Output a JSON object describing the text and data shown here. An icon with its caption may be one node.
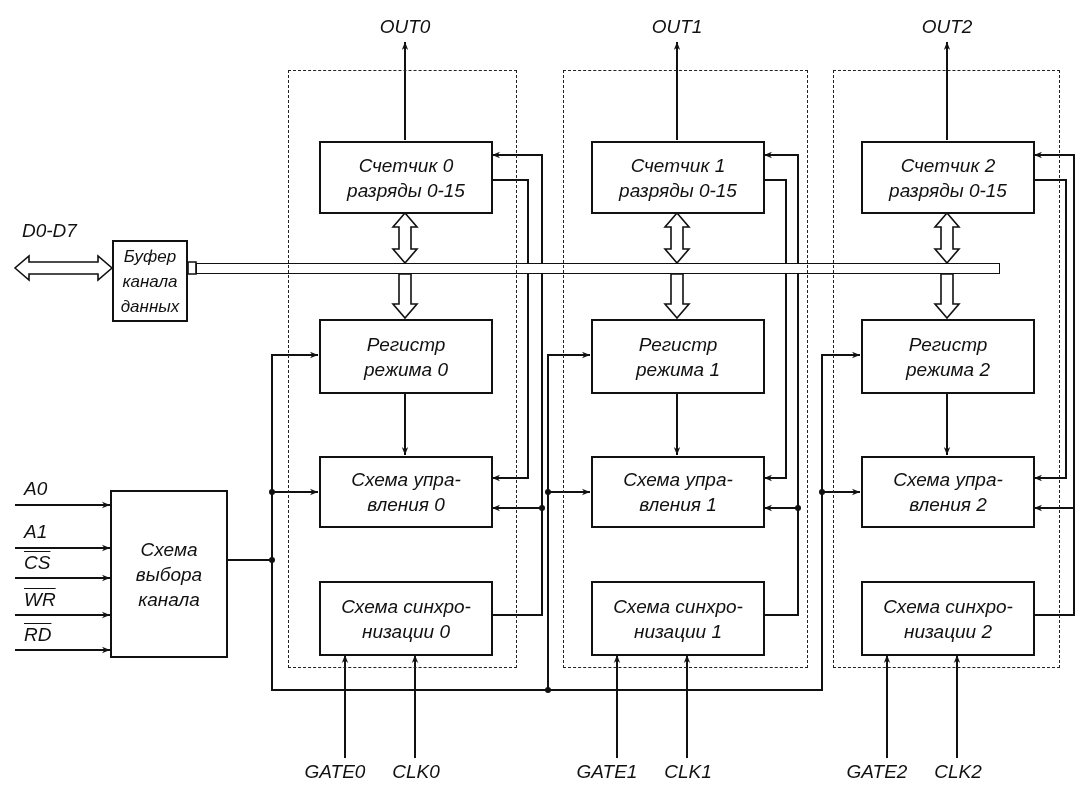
{
  "diagram": {
    "nodes": [
      {
        "text": [
          "Буфер канала данных"
        ]
      },
      {
        "text": [],
        "shape": "bar"
      },
      {
        "text": [
          "Схема выбора канала"
        ]
      },
      {
        "text": [],
        "shape": "box"
      },
      {
        "text": [
          "Счетчик 0 разряды 0-15"
        ],
        "in": 3
      },
      {
        "text": [
          "Регистр режима 0"
        ],
        "in": 3
      },
      {
        "text": [
          "Схема упра- вления 0"
        ],
        "in": 3
      },
      {
        "text": [
          "Схема синхро- низации 0"
        ],
        "in": 3
      },
      {
        "text": [
          "OUT0"
        ]
      },
      {
        "text": [
          "GATE0"
        ]
      },
      {
        "text": [
          "CLK0"
        ]
      },
      {
        "text": [],
        "shape": "box"
      },
      {
        "text": [
          "Счетчик 1 разряды 0-15"
        ],
        "in": 11
      },
      {
        "text": [
          "Регистр режима 1"
        ],
        "in": 11
      },
      {
        "text": [
          "Схема упра- вления 1"
        ],
        "in": 11
      },
      {
        "text": [
          "Схема синхро- низации 1"
        ],
        "in": 11
      },
      {
        "text": [
          "OUT1"
        ]
      },
      {
        "text": [
          "GATE1"
        ]
      },
      {
        "text": [
          "CLK1"
        ]
      },
      {
        "text": [],
        "shape": "box"
      },
      {
        "text": [
          "Счетчик 2 разряды 0-15"
        ],
        "in": 19
      },
      {
        "text": [
          "Регистр режима 2"
        ],
        "in": 19
      },
      {
        "text": [
          "Схема упра- вления 2"
        ],
        "in": 19
      },
      {
        "text": [
          "Схема синхро- низации 2"
        ],
        "in": 19
      },
      {
        "text": [
          "OUT2"
        ]
      },
      {
        "text": [
          "GATE2"
        ]
      },
      {
        "text": [
          "CLK2"
        ]
      }
    ],
    "edges": [
      {
        "from": null,
        "to": 0,
        "arrow": "both",
        "style": "thick"
      },
      {
        "from": 0,
        "to": 1,
        "arrow": "none",
        "style": "thick"
      },
      {
        "from": null,
        "to": 2,
        "arrow": "to"
      },
      {
        "from": null,
        "to": 2,
        "arrow": "to"
      },
      {
        "from": null,
        "to": 2,
        "arrow": "to"
      },
      {
        "from": null,
        "to": 2,
        "arrow": "to"
      },
      {
        "from": null,
        "to": 2,
        "arrow": "to"
      },
      {
        "from": 4,
        "to": 8,
        "arrow": "to"
      },
      {
        "from": 4,
        "to": 1,
        "arrow": "both",
        "style": "thick"
      },
      {
        "from": 1,
        "to": 5,
        "arrow": "to",
        "style": "thick"
      },
      {
        "from": 5,
        "to": 6,
        "arrow": "to"
      },
      {
        "from": 4,
        "to": 6,
        "arrow": "to"
      },
      {
        "from": 7,
        "to": 6,
        "arrow": "to"
      },
      {
        "from": 7,
        "to": 4,
        "arrow": "to"
      },
      {
        "from": 2,
        "to": 5,
        "arrow": "to"
      },
      {
        "from": 2,
        "to": 6,
        "arrow": "to"
      },
      {
        "from": 9,
        "to": 7,
        "arrow": "to"
      },
      {
        "from": 10,
        "to": 7,
        "arrow": "to"
      },
      {
        "from": 12,
        "to": 16,
        "arrow": "to"
      },
      {
        "from": 12,
        "to": 1,
        "arrow": "both",
        "style": "thick"
      },
      {
        "from": 1,
        "to": 13,
        "arrow": "to",
        "style": "thick"
      },
      {
        "from": 13,
        "to": 14,
        "arrow": "to"
      },
      {
        "from": 12,
        "to": 14,
        "arrow": "to"
      },
      {
        "from": 15,
        "to": 14,
        "arrow": "to"
      },
      {
        "from": 15,
        "to": 12,
        "arrow": "to"
      },
      {
        "from": 2,
        "to": 13,
        "arrow": "to"
      },
      {
        "from": 2,
        "to": 14,
        "arrow": "to"
      },
      {
        "from": 17,
        "to": 15,
        "arrow": "to"
      },
      {
        "from": 18,
        "to": 15,
        "arrow": "to"
      },
      {
        "from": 20,
        "to": 24,
        "arrow": "to"
      },
      {
        "from": 20,
        "to": 1,
        "arrow": "both",
        "style": "thick"
      },
      {
        "from": 1,
        "to": 21,
        "arrow": "to",
        "style": "thick"
      },
      {
        "from": 21,
        "to": 22,
        "arrow": "to"
      },
      {
        "from": 20,
        "to": 22,
        "arrow": "to"
      },
      {
        "from": 23,
        "to": 22,
        "arrow": "to"
      },
      {
        "from": 23,
        "to": 20,
        "arrow": "to"
      },
      {
        "from": 2,
        "to": 21,
        "arrow": "to"
      },
      {
        "from": 2,
        "to": 22,
        "arrow": "to"
      },
      {
        "from": 25,
        "to": 23,
        "arrow": "to"
      },
      {
        "from": 26,
        "to": 23,
        "arrow": "to"
      }
    ],
    "labels": [
      "D0-D7",
      "A0",
      "A1",
      "CS",
      "WR",
      "RD"
    ]
  }
}
